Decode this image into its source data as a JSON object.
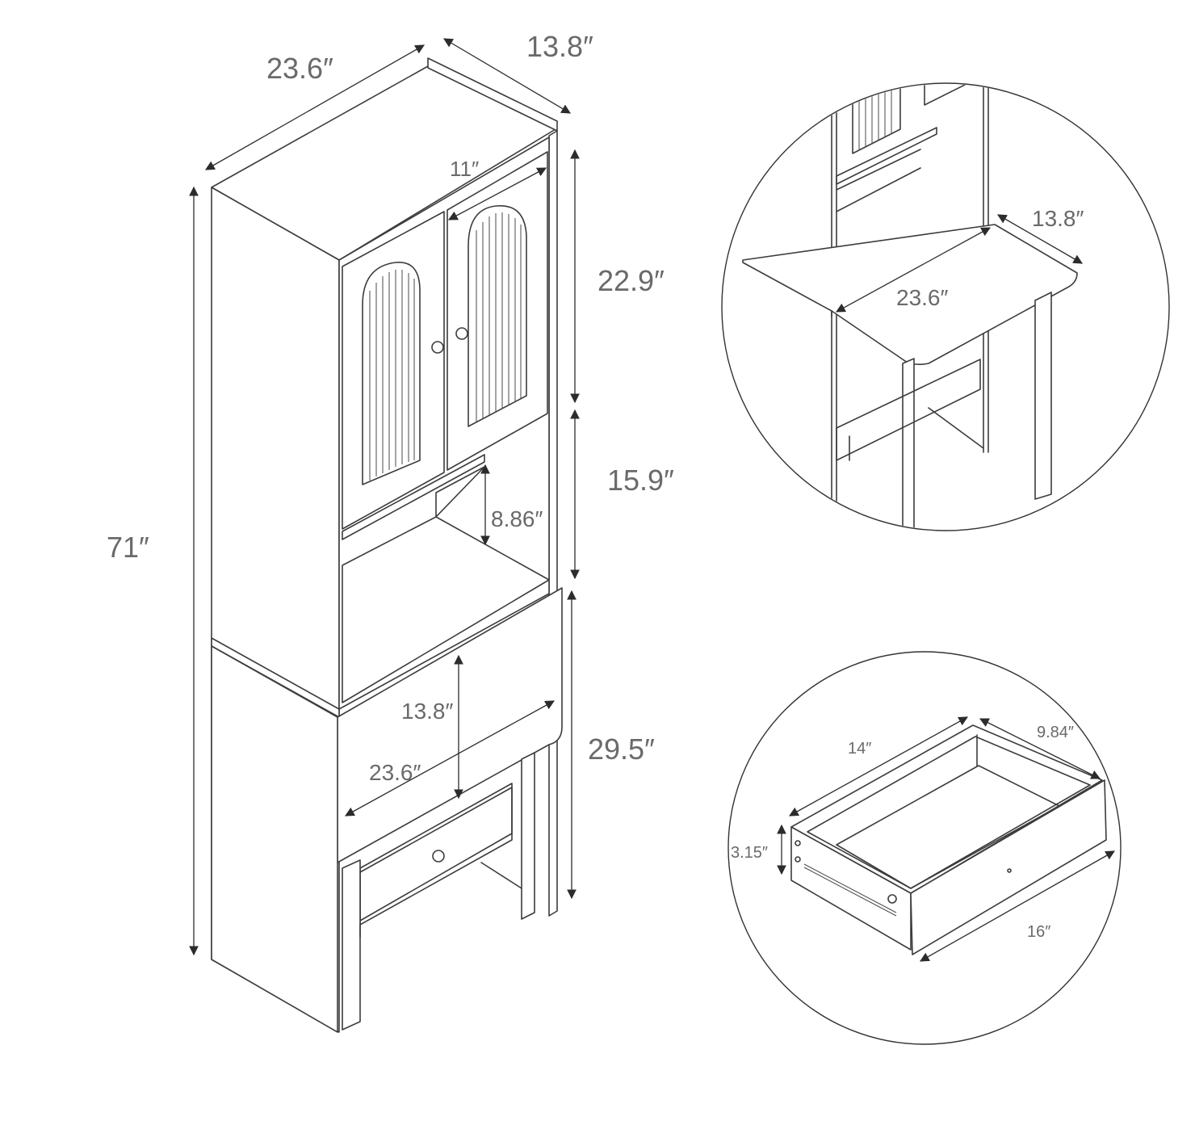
{
  "main_view": {
    "width_label": "23.6″",
    "depth_label": "13.8″",
    "height_label": "71″",
    "door_width_label": "11″",
    "upper_cabinet_height_label": "22.9″",
    "middle_section_height_label": "15.9″",
    "shelf_opening_label": "8.86″",
    "lower_section_height_label": "29.5″",
    "flap_height_label": "13.8″",
    "flap_width_label": "23.6″"
  },
  "detail_desk": {
    "depth_label": "13.8″",
    "width_label": "23.6″"
  },
  "detail_drawer": {
    "width_label": "14″",
    "depth_inner_label": "9.84″",
    "height_label": "3.15″",
    "length_label": "16″"
  }
}
